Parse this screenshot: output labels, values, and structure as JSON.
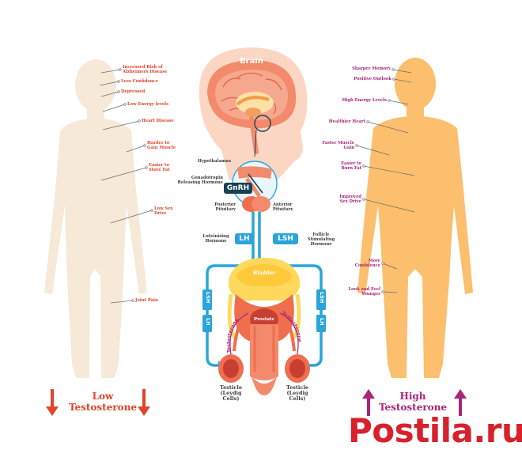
{
  "brain_title": "Brain",
  "left_labels": [
    {
      "id": "alzheimers",
      "text": "Increased Risk of\nAlzheimers Disease"
    },
    {
      "id": "less-confidence",
      "text": "Less Confidence"
    },
    {
      "id": "depressed",
      "text": "Depressed"
    },
    {
      "id": "low-energy",
      "text": "Low Energy levels"
    },
    {
      "id": "heart-disease",
      "text": "Heart Disease"
    },
    {
      "id": "harder-gain-muscle",
      "text": "Harder to\nGain Muscle"
    },
    {
      "id": "easier-store-fat",
      "text": "Easier to\nStore Fat"
    },
    {
      "id": "low-sex-drive",
      "text": "Low Sex\nDrive"
    },
    {
      "id": "joint-pain",
      "text": "Joint Pain"
    }
  ],
  "right_labels": [
    {
      "id": "sharper-memory",
      "text": "Sharper Memory"
    },
    {
      "id": "positive-outlook",
      "text": "Positive Outlook"
    },
    {
      "id": "high-energy",
      "text": "High Energy Levels"
    },
    {
      "id": "healthier-heart",
      "text": "Healthier Heart"
    },
    {
      "id": "faster-muscle-gain",
      "text": "Faster Muscle\nGain"
    },
    {
      "id": "easier-burn-fat",
      "text": "Easier to\nBurn Fat"
    },
    {
      "id": "improved-sex-drive",
      "text": "Improved\nSex Drive"
    },
    {
      "id": "more-confidence",
      "text": "More\nConfidence"
    },
    {
      "id": "look-feel-younger",
      "text": "Look and Feel\nYounger"
    }
  ],
  "center_labels": {
    "hypothalamus": "Hypothalamus",
    "gonadotropin": "Gonadotropin\nReleasing Hormone",
    "posterior_pituitary": "Posterior\nPituitary",
    "anterior_pituitary": "Anterior\nPituitary",
    "luteinizing": "Luteinizing\nHormone",
    "follicle": "Follicle\nStimulating\nHormone",
    "bladder": "Bladder",
    "prostate": "Prostate",
    "testicle_left": "Testicle\n(Leydig Cells)",
    "testicle_right": "Testicle\n(Leydig Cells)"
  },
  "tags": {
    "gnrh": "GnRH",
    "lh": "LH",
    "lsh": "LSH"
  },
  "vertical_tags": {
    "lsh": "LSH",
    "lh": "LH"
  },
  "curve_labels": {
    "testosterone": "Testosterone"
  },
  "titles": {
    "low_line1": "Low",
    "low_line2": "Testosterone",
    "high_line1": "High",
    "high_line2": "Testosterone"
  },
  "watermark": "Postila.ru",
  "colors": {
    "low": "#e0452a",
    "high": "#a8267a",
    "blue": "#29a5dc",
    "navy": "#174055",
    "skin_left": "#f6e9d8",
    "skin_right": "#fbbf6d",
    "head": "#fbd7c3",
    "organ": "#ee6e4e"
  }
}
